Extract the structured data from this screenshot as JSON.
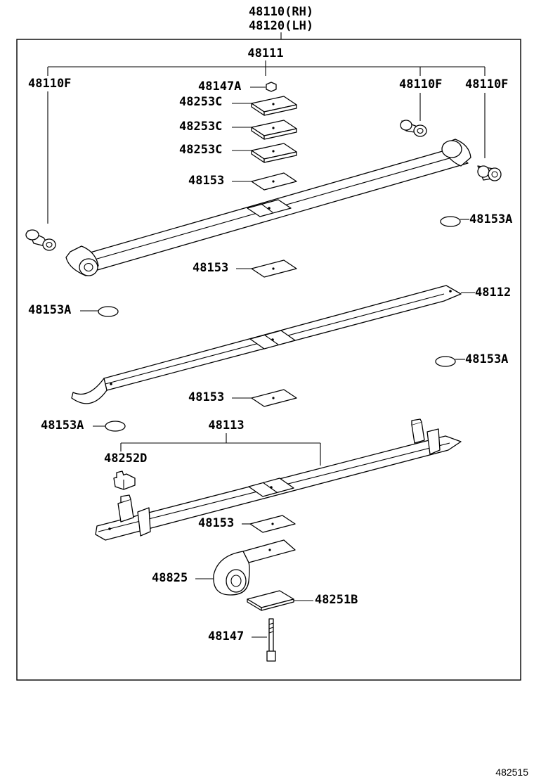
{
  "diagram": {
    "assembly_labels": [
      "48110(RH)",
      "48120(LH)"
    ],
    "parts": {
      "main_leaf": "48111",
      "bushing_left": "48110F",
      "bushing_mid": "48110F",
      "bushing_right": "48110F",
      "nut": "48147A",
      "spacer_1": "48253C",
      "spacer_2": "48253C",
      "spacer_3": "48253C",
      "pad_1": "48153",
      "pad_2": "48153",
      "pad_3": "48153",
      "pad_4": "48153",
      "button_1": "48153A",
      "button_2": "48153A",
      "button_3": "48153A",
      "button_4": "48153A",
      "second_leaf": "48112",
      "third_leaf": "48113",
      "clip": "48252D",
      "bracket": "48825",
      "plate": "48251B",
      "bolt": "48147"
    },
    "diagram_code": "482515"
  }
}
